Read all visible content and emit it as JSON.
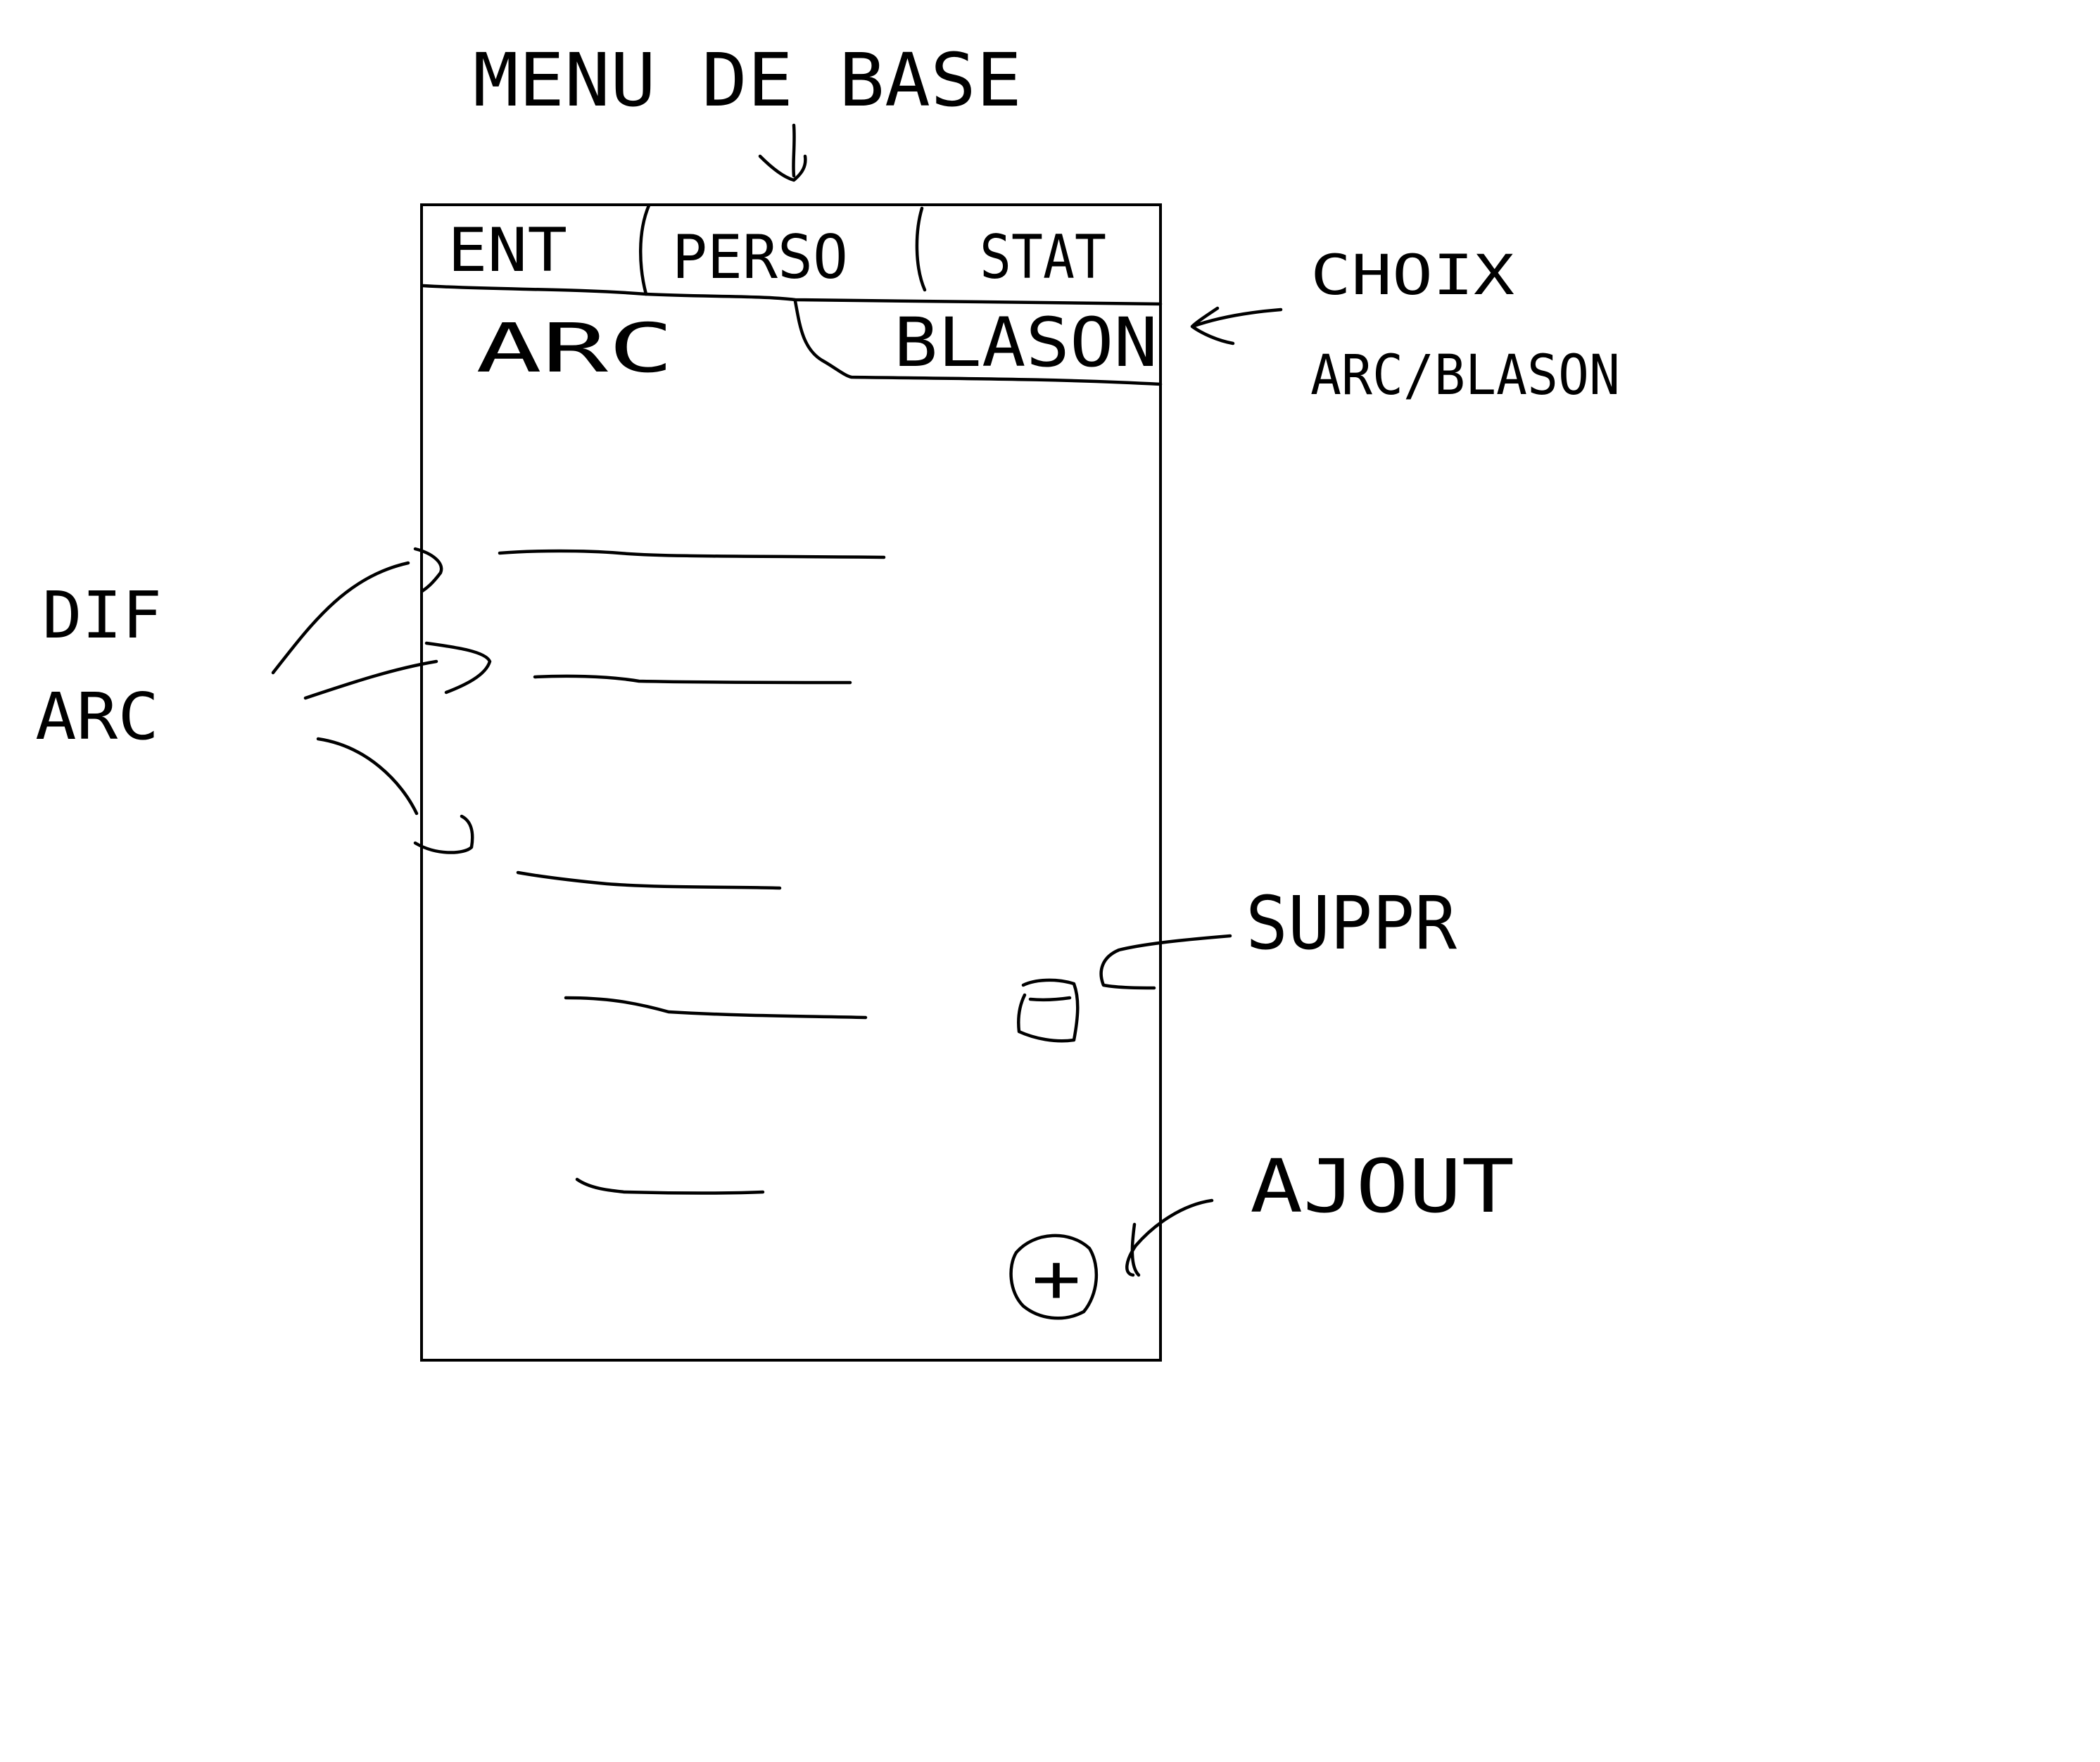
{
  "annotations": {
    "menu_de_base": "MENU DE BASE",
    "choix_line1": "CHOIX",
    "choix_line2": "ARC/BLASON",
    "dif_line1": "DIF",
    "dif_line2": "ARC",
    "suppr": "SUPPR",
    "ajout": "AJOUT"
  },
  "menu_tabs": [
    {
      "label": "ENT"
    },
    {
      "label": "PERSO"
    },
    {
      "label": "STAT"
    }
  ],
  "sub_tabs": [
    {
      "label": "ARC"
    },
    {
      "label": "BLASON"
    }
  ],
  "buttons": {
    "add_glyph": "+"
  },
  "list": {
    "rows": 5
  },
  "colors": {
    "ink": "#000000",
    "paper": "#ffffff"
  }
}
